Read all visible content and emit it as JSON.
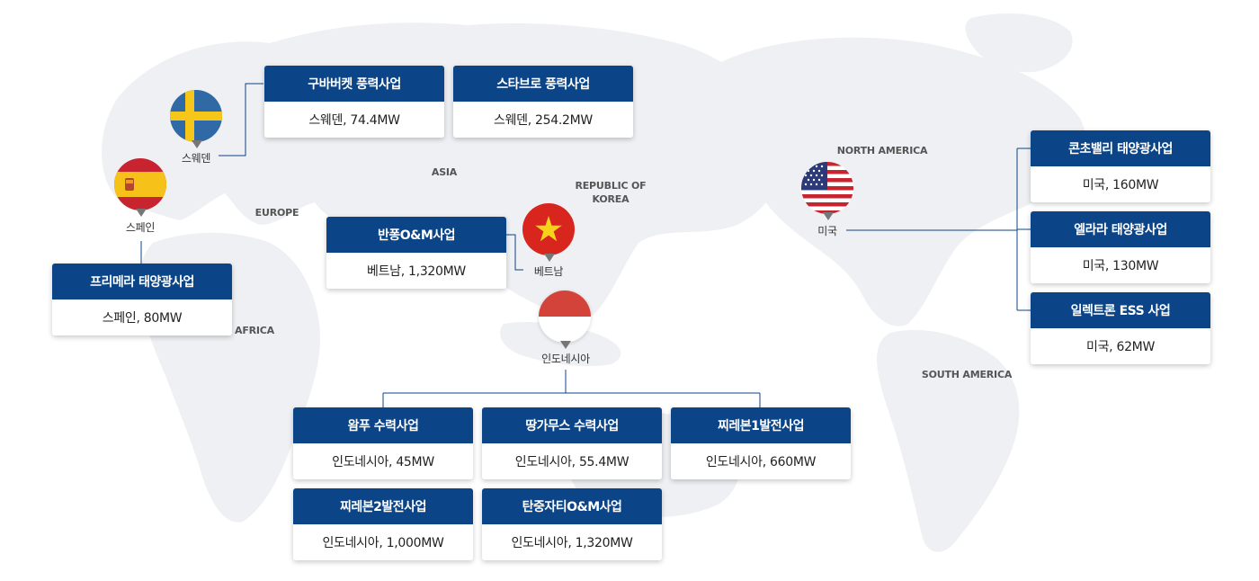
{
  "regions": {
    "asia": "ASIA",
    "europe": "EUROPE",
    "africa": "AFRICA",
    "north_america": "NORTH AMERICA",
    "south_america": "SOUTH AMERICA",
    "korea_line1": "REPUBLIC OF",
    "korea_line2": "KOREA"
  },
  "countries": {
    "sweden": "스웨덴",
    "spain": "스페인",
    "vietnam": "베트남",
    "indonesia": "인도네시아",
    "usa": "미국"
  },
  "projects": {
    "gubaberget": {
      "title": "구바버켓 풍력사업",
      "value": "스웨덴, 74.4MW"
    },
    "starbro": {
      "title": "스타브로 풍력사업",
      "value": "스웨덴, 254.2MW"
    },
    "primera": {
      "title": "프리메라 태양광사업",
      "value": "스페인, 80MW"
    },
    "banpong": {
      "title": "반퐁O&M사업",
      "value": "베트남, 1,320MW"
    },
    "wampu": {
      "title": "왐푸 수력사업",
      "value": "인도네시아, 45MW"
    },
    "tanggamus": {
      "title": "땅가무스 수력사업",
      "value": "인도네시아, 55.4MW"
    },
    "cirebon1": {
      "title": "찌레본1발전사업",
      "value": "인도네시아, 660MW"
    },
    "cirebon2": {
      "title": "찌레본2발전사업",
      "value": "인도네시아, 1,000MW"
    },
    "tanjungjati": {
      "title": "탄중자티O&M사업",
      "value": "인도네시아, 1,320MW"
    },
    "concho": {
      "title": "콘초밸리 태양광사업",
      "value": "미국, 160MW"
    },
    "elara": {
      "title": "엘라라 태양광사업",
      "value": "미국, 130MW"
    },
    "electron": {
      "title": "일렉트론 ESS 사업",
      "value": "미국, 62MW"
    }
  },
  "colors": {
    "card_header": "#0b4487",
    "map_land": "#f1f2f4",
    "connector": "#0b4487"
  }
}
